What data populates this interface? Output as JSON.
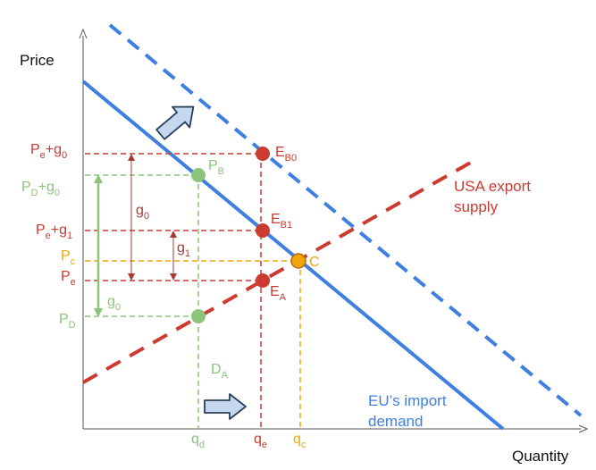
{
  "axes": {
    "y_label": "Price",
    "x_label": "Quantity"
  },
  "colors": {
    "red": "#cc3a30",
    "green": "#8cc57a",
    "orange": "#f0a70a",
    "blue": "#3f7fe0",
    "dark": "#222222"
  },
  "curves": {
    "supply_label_line1": "USA export",
    "supply_label_line2": "supply",
    "demand_label_line1": "EU’s import",
    "demand_label_line2": "demand"
  },
  "price_labels": {
    "pe_g0": {
      "base": "P",
      "sub": "e",
      "rest": "+g",
      "sub2": "0"
    },
    "pd_g0": {
      "base": "P",
      "sub": "D",
      "rest": "+g",
      "sub2": "0"
    },
    "pe_g1": {
      "base": "P",
      "sub": "e",
      "rest": "+g",
      "sub2": "1"
    },
    "pc": {
      "base": "P",
      "sub": "c"
    },
    "pe": {
      "base": "P",
      "sub": "e"
    },
    "pd": {
      "base": "P",
      "sub": "D"
    }
  },
  "quantity_labels": {
    "qd": {
      "base": "q",
      "sub": "d"
    },
    "qe": {
      "base": "q",
      "sub": "e"
    },
    "qc": {
      "base": "q",
      "sub": "c"
    }
  },
  "point_labels": {
    "eb0": {
      "base": "E",
      "sub": "B0"
    },
    "eb1": {
      "base": "E",
      "sub": "B1"
    },
    "ea": {
      "base": "E",
      "sub": "A"
    },
    "pb": {
      "base": "P",
      "sub": "B"
    },
    "c": {
      "base": "C"
    }
  },
  "gap_labels": {
    "g0_red": {
      "base": "g",
      "sub": "0"
    },
    "g1_red": {
      "base": "g",
      "sub": "1"
    },
    "g0_green": {
      "base": "g",
      "sub": "0"
    }
  },
  "da_label": {
    "base": "D",
    "sub": "A"
  }
}
